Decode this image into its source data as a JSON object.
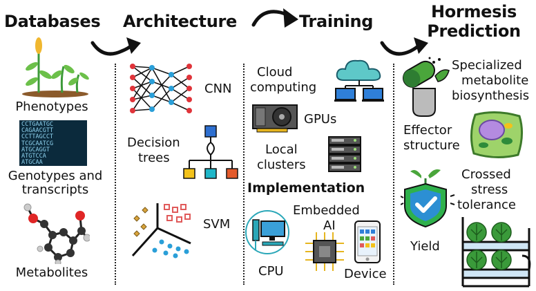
{
  "headers": {
    "databases": "Databases",
    "architecture": "Architecture",
    "training": "Training",
    "hormesis_line1": "Hormesis",
    "hormesis_line2": "Prediction"
  },
  "databases": {
    "phenotypes": "Phenotypes",
    "genotypes_line1": "Genotypes and",
    "genotypes_line2": "transcripts",
    "metabolites": "Metabolites",
    "dna_rows": [
      "CCTGAATGC",
      "CAGAACGTT",
      "CCTTAGCCT",
      "TCGCAATCG",
      "ATGCAGGT",
      "ATGTCCA",
      "ATGCAA"
    ]
  },
  "architecture": {
    "cnn": "CNN",
    "decision_line1": "Decision",
    "decision_line2": "trees",
    "svm": "SVM"
  },
  "training": {
    "cloud_line1": "Cloud",
    "cloud_line2": "computing",
    "gpus": "GPUs",
    "local_line1": "Local",
    "local_line2": "clusters",
    "implementation": "Implementation",
    "embedded_line1": "Embedded",
    "embedded_line2": "AI",
    "cpu": "CPU",
    "device": "Device"
  },
  "hormesis": {
    "specialized_line1": "Specialized",
    "specialized_line2": "metabolite",
    "specialized_line3": "biosynthesis",
    "effector_line1": "Effector",
    "effector_line2": "structure",
    "crossed_line1": "Crossed",
    "crossed_line2": "stress",
    "crossed_line3": "tolerance",
    "yield": "Yield"
  },
  "colors": {
    "cloud": "#5ec8c8",
    "monitor_blue": "#2f7fd8",
    "tree_blue": "#2e6fd0",
    "tree_yellow": "#f3c21b",
    "tree_teal": "#1fb6c8",
    "tree_red": "#e35a2b",
    "nn_blue": "#2a9fd8",
    "nn_red": "#e0343a",
    "shield_green": "#2fb14c",
    "shield_blue": "#2c8fd3",
    "pill_green": "#4aa63b",
    "cpu_gold": "#e6b51f",
    "svm_red": "#e05a5a",
    "svm_blue": "#2a9fd8",
    "svm_gold": "#d9a43c"
  }
}
